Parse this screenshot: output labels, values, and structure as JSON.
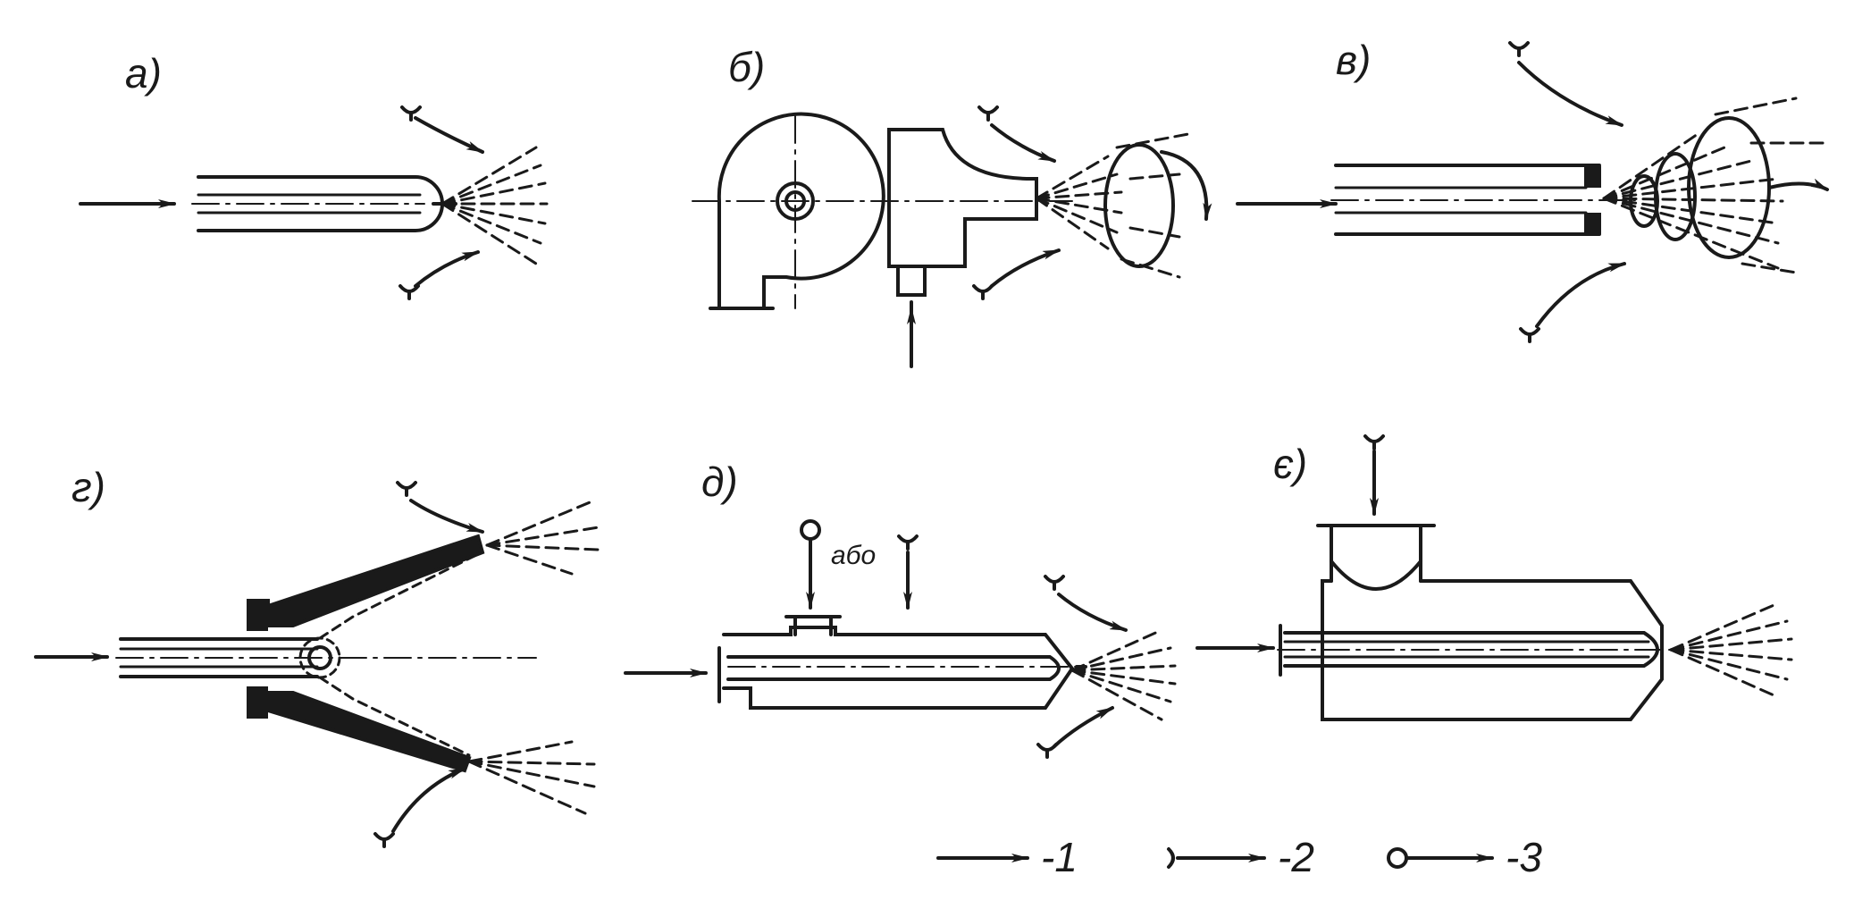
{
  "panels": {
    "a": {
      "label": "а)"
    },
    "b": {
      "label": "б)"
    },
    "v": {
      "label": "в)"
    },
    "g": {
      "label": "г)"
    },
    "d": {
      "label": "д)",
      "note": "або"
    },
    "e": {
      "label": "є)"
    }
  },
  "legend": {
    "item1": "-1",
    "item2": "-2",
    "item3": "-3"
  }
}
